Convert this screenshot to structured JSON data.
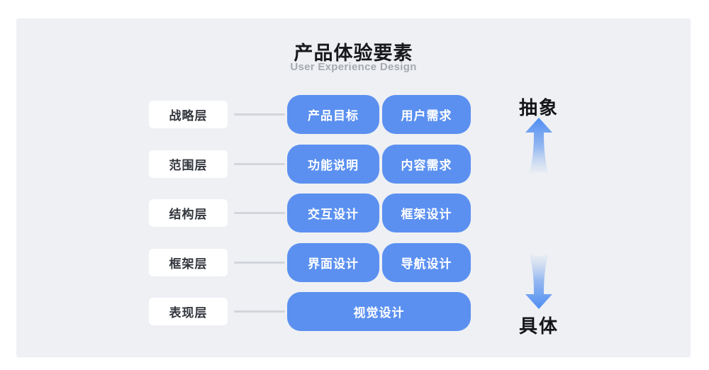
{
  "header": {
    "title": "产品体验要素",
    "subtitle": "User Experience Design"
  },
  "rows": [
    {
      "label": "战略层",
      "boxes": [
        "产品目标",
        "用户需求"
      ]
    },
    {
      "label": "范围层",
      "boxes": [
        "功能说明",
        "内容需求"
      ]
    },
    {
      "label": "结构层",
      "boxes": [
        "交互设计",
        "框架设计"
      ]
    },
    {
      "label": "框架层",
      "boxes": [
        "界面设计",
        "导航设计"
      ]
    },
    {
      "label": "表现层",
      "boxes": [
        "视觉设计"
      ]
    }
  ],
  "axis": {
    "top_label": "抽象",
    "bottom_label": "具体",
    "up_arrow_icon": "arrow-up-gradient",
    "down_arrow_icon": "arrow-down-gradient"
  },
  "colors": {
    "accent_blue": "#5b90f0",
    "arrow_blue": "#4e8df2",
    "panel_background": "#eef0f4",
    "label_box_background": "#ffffff",
    "connector_gray": "#d2d5da",
    "title_text": "#17191c",
    "subtitle_text": "#a6aab0"
  }
}
